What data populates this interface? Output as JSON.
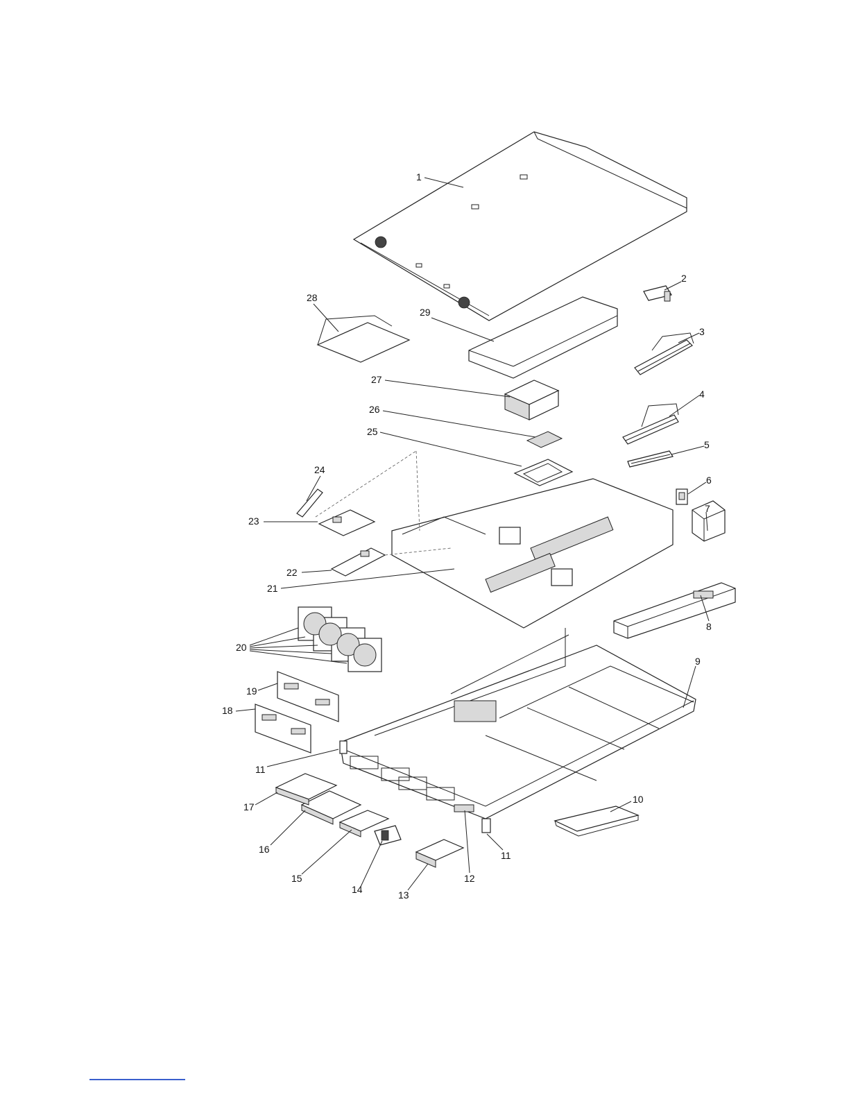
{
  "callouts": [
    "1",
    "2",
    "3",
    "4",
    "5",
    "6",
    "7",
    "8",
    "9",
    "10",
    "11",
    "11",
    "12",
    "13",
    "14",
    "15",
    "16",
    "17",
    "18",
    "19",
    "20",
    "21",
    "22",
    "23",
    "24",
    "25",
    "26",
    "27",
    "28",
    "29"
  ],
  "colors": {
    "line": "#222222",
    "footer_rule": "#3a5fcd"
  }
}
